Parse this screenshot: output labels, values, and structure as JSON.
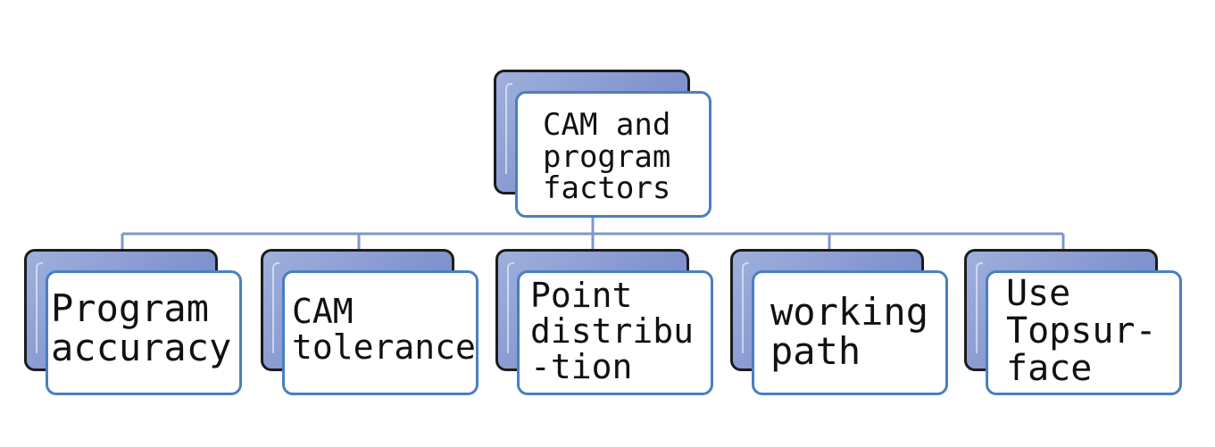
{
  "root": {
    "lines": [
      "CAM and",
      "program",
      "factors"
    ]
  },
  "children": [
    {
      "lines": [
        "Program",
        "accuracy"
      ]
    },
    {
      "lines": [
        "CAM",
        "tolerance"
      ]
    },
    {
      "lines": [
        "Point",
        "distribu",
        "-tion"
      ]
    },
    {
      "lines": [
        "working",
        "path"
      ]
    },
    {
      "lines": [
        "Use",
        "Topsur-",
        "face"
      ]
    }
  ],
  "colors": {
    "connector": "#7f97c9",
    "face_border": "#4a7fc0",
    "shadow_fill": "#8395cf"
  }
}
